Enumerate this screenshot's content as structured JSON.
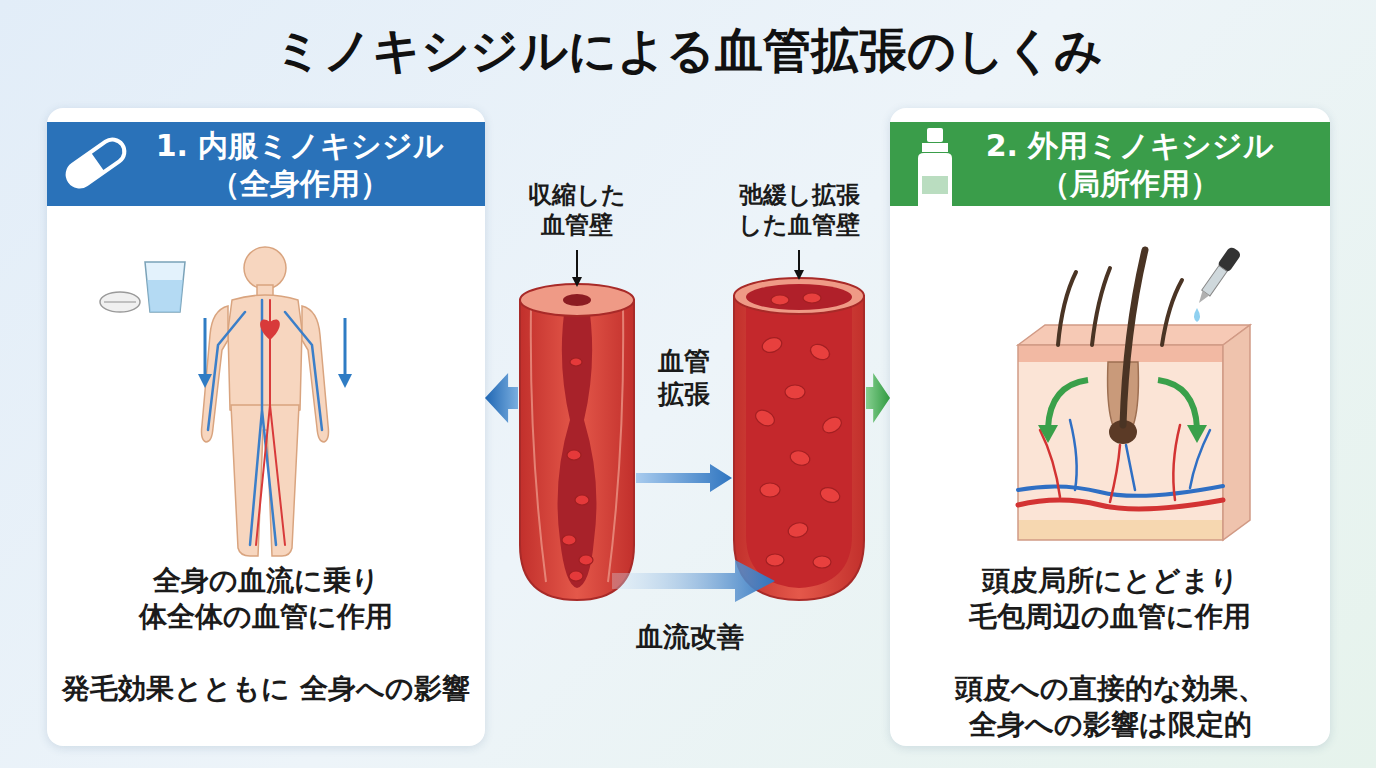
{
  "diagram": {
    "title": "ミノキシジルによる血管拡張のしくみ",
    "nodes": [
      {
        "text": [
          "全身の血流に乗り 体全体の血管に作用",
          "発毛効果とともに 全身への影響"
        ]
      },
      {
        "text": [
          "1. 内服ミノキシジル （全身作用）"
        ],
        "in": 0
      },
      {
        "text": [
          "収縮した 血管壁"
        ]
      },
      {
        "text": [
          "弛緩し拡張 した血管壁"
        ]
      },
      {
        "text": [
          "頭皮局所にとどまり 毛包周辺の血管に作用",
          "頭皮への直接的な効果、 全身への影響は限定的"
        ]
      },
      {
        "text": [
          "2. 外用ミノキシジル （局所作用）"
        ],
        "in": 4
      }
    ],
    "edges": [
      {
        "from": 2,
        "to": 0,
        "arrow": "to"
      },
      {
        "from": 2,
        "to": 3,
        "label": "血管 拡張",
        "arrow": "to"
      },
      {
        "from": 3,
        "to": 4,
        "arrow": "to"
      }
    ],
    "labels": [
      "血流改善"
    ]
  }
}
